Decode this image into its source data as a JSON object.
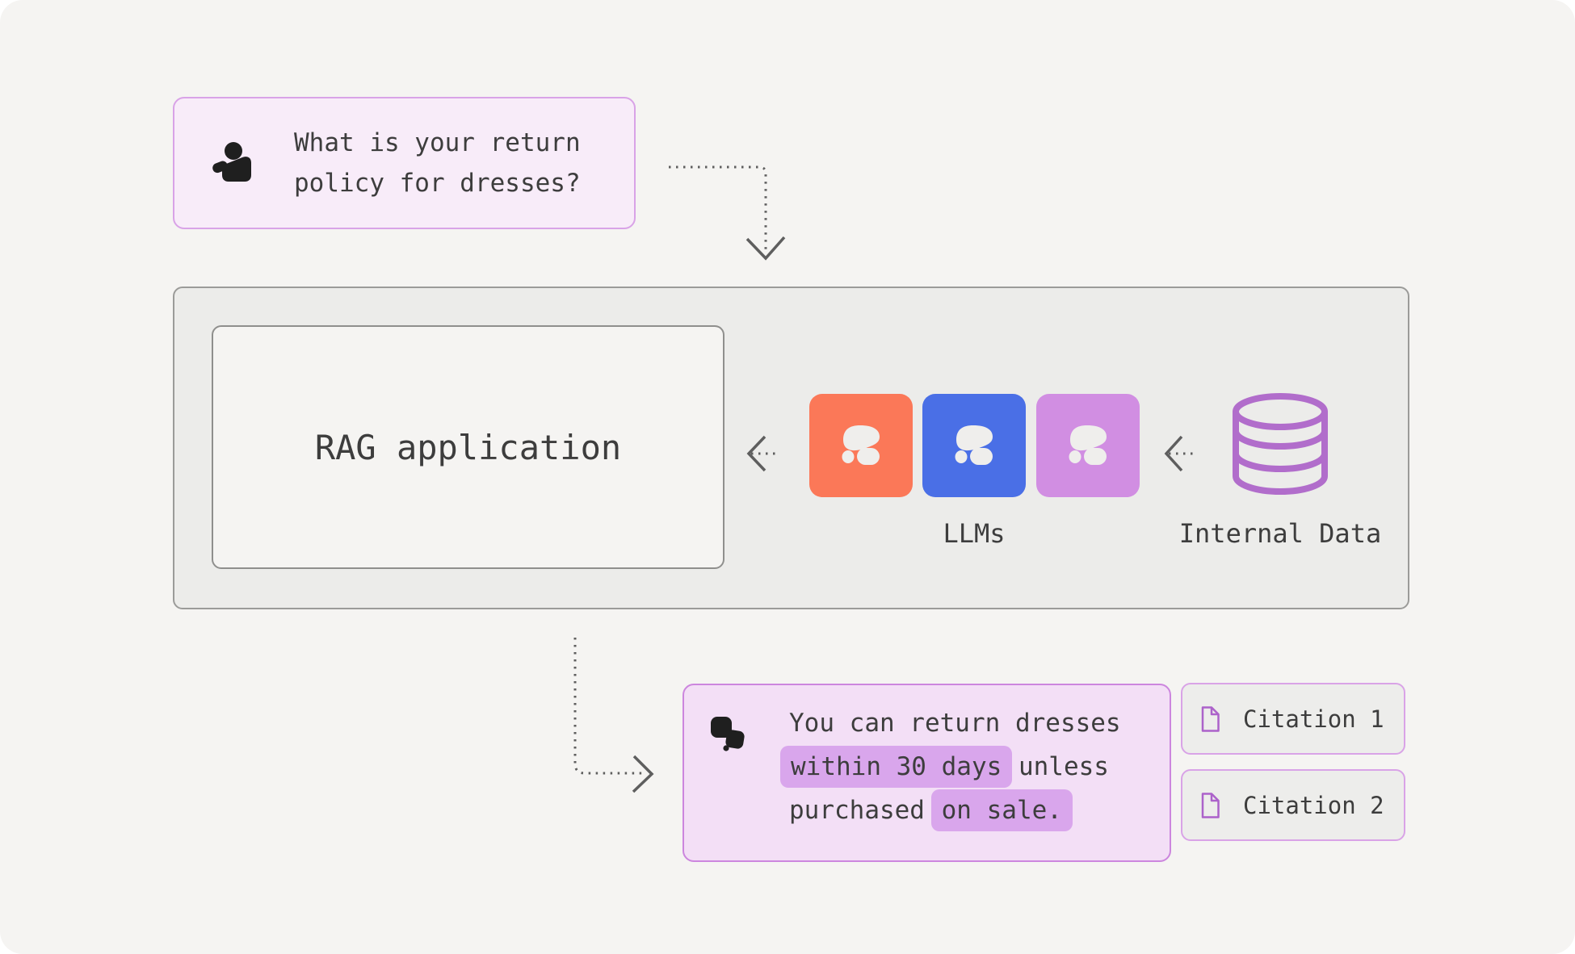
{
  "diagram": {
    "question": {
      "line1": "What is your return",
      "line2": "policy for dresses?"
    },
    "rag_box": {
      "label": "RAG application"
    },
    "llms": {
      "label": "LLMs",
      "colors": [
        "#FB7858",
        "#4A6FE6",
        "#D18EE2"
      ]
    },
    "internal_data": {
      "label": "Internal Data"
    },
    "response": {
      "segments": [
        {
          "text": "You can return dresses",
          "highlight": false,
          "break_after": true
        },
        {
          "text": "within 30 days",
          "highlight": true,
          "break_after": false
        },
        {
          "text": " unless",
          "highlight": false,
          "break_after": true
        },
        {
          "text": "purchased ",
          "highlight": false,
          "break_after": false
        },
        {
          "text": "on sale.",
          "highlight": true,
          "break_after": false
        }
      ]
    },
    "citations": [
      {
        "label": "Citation 1"
      },
      {
        "label": "Citation 2"
      }
    ],
    "colors": {
      "page_bg": "#F5F4F2",
      "panel_bg": "#ECECEA",
      "panel_border": "#9B9B99",
      "inner_box_border": "#8F8F8D",
      "question_bg": "#F8ECF9",
      "question_border": "#D9A3E7",
      "response_bg": "#F3DFF6",
      "response_border": "#CC86DE",
      "highlight_bg": "#D9A6EC",
      "citation_bg": "#EDEDEB",
      "citation_border": "#D9A3E7",
      "db_icon_stroke": "#B16DCB",
      "doc_icon_stroke": "#AC62CA",
      "arrow": "#5E5E5E",
      "text": "#3D3D3D",
      "icon_dark": "#1F1F1F",
      "llm_glyph": "#EFEEEC"
    }
  }
}
